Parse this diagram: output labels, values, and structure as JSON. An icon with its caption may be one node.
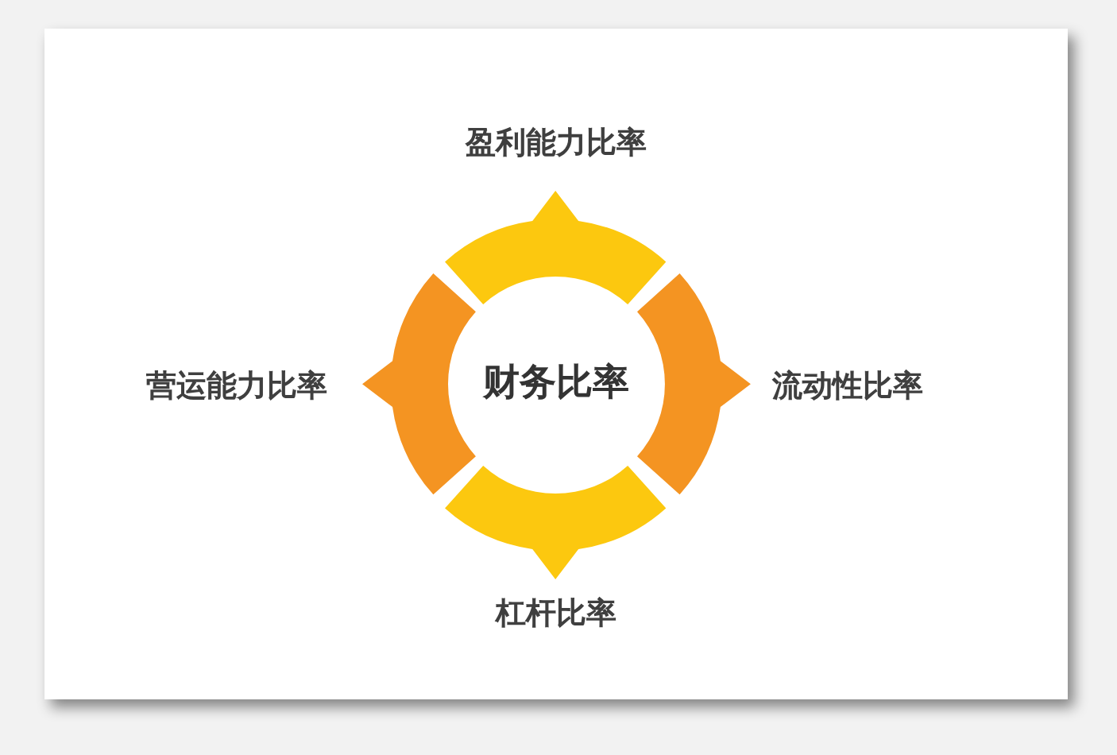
{
  "diagram": {
    "nodes": [
      {
        "text": [
          "财务比率"
        ]
      },
      {
        "text": [
          "盈利能力比率"
        ]
      },
      {
        "text": [
          "流动性比率"
        ]
      },
      {
        "text": [
          "杠杆比率"
        ]
      },
      {
        "text": [
          "营运能力比率"
        ]
      }
    ]
  }
}
